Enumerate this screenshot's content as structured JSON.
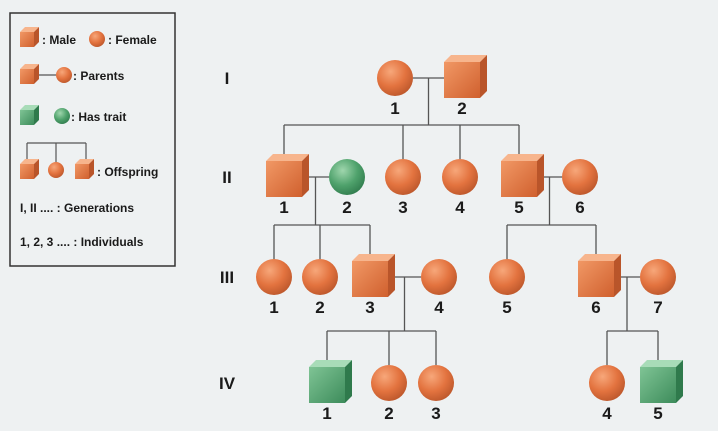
{
  "colors": {
    "background": "#eef1f2",
    "unaffected_fill": "#e3733f",
    "unaffected_dark": "#b9552a",
    "affected_fill": "#4fa26c",
    "affected_dark": "#2f7a4c",
    "line": "#555555"
  },
  "legend": {
    "male_label": ": Male",
    "female_label": ": Female",
    "parents_label": ": Parents",
    "trait_label": ": Has trait",
    "offspring_label": ": Offspring",
    "generations_label": "I, II .... : Generations",
    "individuals_label": "1, 2, 3 .... : Individuals"
  },
  "generations": [
    "I",
    "II",
    "III",
    "IV"
  ],
  "individuals": [
    {
      "id": "I-1",
      "gen": "I",
      "label": "1",
      "sex": "female",
      "trait": false
    },
    {
      "id": "I-2",
      "gen": "I",
      "label": "2",
      "sex": "male",
      "trait": false
    },
    {
      "id": "II-1",
      "gen": "II",
      "label": "1",
      "sex": "male",
      "trait": false
    },
    {
      "id": "II-2",
      "gen": "II",
      "label": "2",
      "sex": "female",
      "trait": true
    },
    {
      "id": "II-3",
      "gen": "II",
      "label": "3",
      "sex": "female",
      "trait": false
    },
    {
      "id": "II-4",
      "gen": "II",
      "label": "4",
      "sex": "female",
      "trait": false
    },
    {
      "id": "II-5",
      "gen": "II",
      "label": "5",
      "sex": "male",
      "trait": false
    },
    {
      "id": "II-6",
      "gen": "II",
      "label": "6",
      "sex": "female",
      "trait": false
    },
    {
      "id": "III-1",
      "gen": "III",
      "label": "1",
      "sex": "female",
      "trait": false
    },
    {
      "id": "III-2",
      "gen": "III",
      "label": "2",
      "sex": "female",
      "trait": false
    },
    {
      "id": "III-3",
      "gen": "III",
      "label": "3",
      "sex": "male",
      "trait": false
    },
    {
      "id": "III-4",
      "gen": "III",
      "label": "4",
      "sex": "female",
      "trait": false
    },
    {
      "id": "III-5",
      "gen": "III",
      "label": "5",
      "sex": "female",
      "trait": false
    },
    {
      "id": "III-6",
      "gen": "III",
      "label": "6",
      "sex": "male",
      "trait": false
    },
    {
      "id": "III-7",
      "gen": "III",
      "label": "7",
      "sex": "female",
      "trait": false
    },
    {
      "id": "IV-1",
      "gen": "IV",
      "label": "1",
      "sex": "male",
      "trait": true
    },
    {
      "id": "IV-2",
      "gen": "IV",
      "label": "2",
      "sex": "female",
      "trait": false
    },
    {
      "id": "IV-3",
      "gen": "IV",
      "label": "3",
      "sex": "female",
      "trait": false
    },
    {
      "id": "IV-4",
      "gen": "IV",
      "label": "4",
      "sex": "female",
      "trait": false
    },
    {
      "id": "IV-5",
      "gen": "IV",
      "label": "5",
      "sex": "male",
      "trait": true
    }
  ],
  "couples": [
    {
      "partners": [
        "I-1",
        "I-2"
      ],
      "children": [
        "II-1",
        "II-3",
        "II-4",
        "II-5"
      ]
    },
    {
      "partners": [
        "II-1",
        "II-2"
      ],
      "children": [
        "III-1",
        "III-2",
        "III-3"
      ]
    },
    {
      "partners": [
        "II-5",
        "II-6"
      ],
      "children": [
        "III-5",
        "III-6"
      ]
    },
    {
      "partners": [
        "III-3",
        "III-4"
      ],
      "children": [
        "IV-1",
        "IV-2",
        "IV-3"
      ]
    },
    {
      "partners": [
        "III-6",
        "III-7"
      ],
      "children": [
        "IV-4",
        "IV-5"
      ]
    }
  ]
}
